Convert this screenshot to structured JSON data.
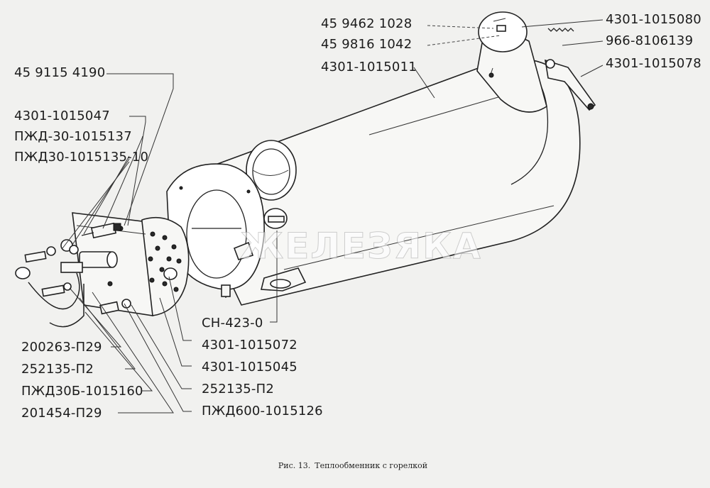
{
  "labels": {
    "l1": "45 9462 1028",
    "l2": "45 9816 1042",
    "l3": "4301-1015011",
    "l4": "4301-1015080",
    "l5": "966-8106139",
    "l6": "4301-1015078",
    "l7": "45 9115 4190",
    "l8": "4301-1015047",
    "l9": "ПЖД-30-1015137",
    "l10": "ПЖД30-1015135-10",
    "l11": "СН-423-0",
    "l12": "4301-1015072",
    "l13": "4301-1015045",
    "l14": "252135-П2",
    "l15": "ПЖД600-1015126",
    "l16": "200263-П29",
    "l17": "252135-П2",
    "l18": "ПЖД30Б-1015160",
    "l19": "201454-П29"
  },
  "caption": {
    "figure": "Рис. 13.",
    "title": "Теплообменник с горелкой"
  },
  "watermark": "ЖЕЛЕЗЯКА"
}
